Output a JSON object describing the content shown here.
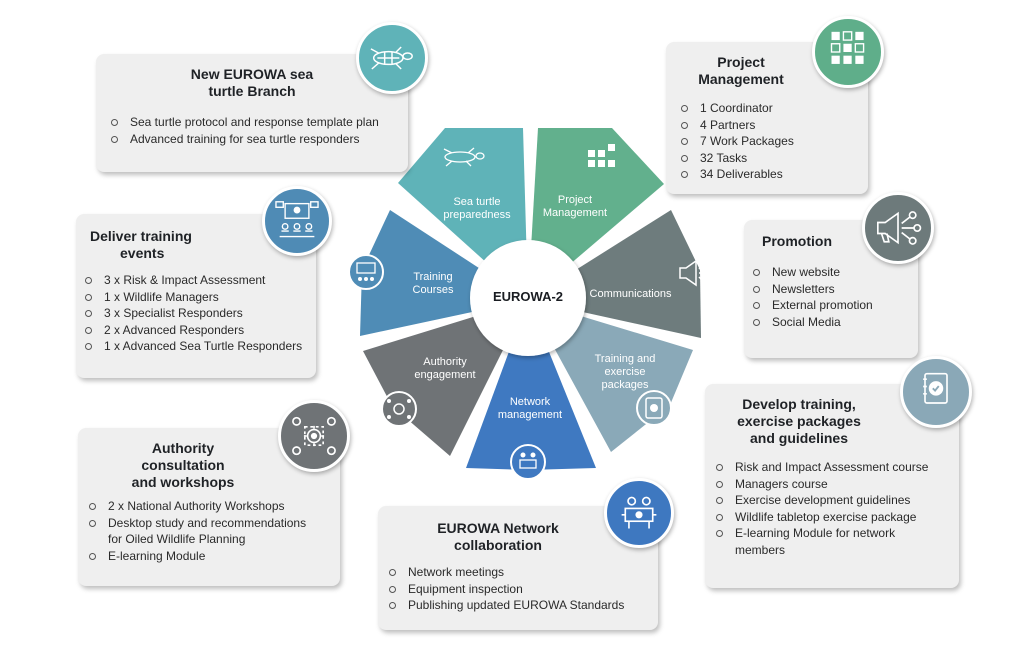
{
  "center": {
    "label": "EUROWA-2"
  },
  "segments": {
    "sea_turtle": "Sea turtle preparedness",
    "project_management": "Project Management",
    "communications": "Communications",
    "training_exercise": "Training and exercise packages",
    "network_management": "Network management",
    "authority_engagement": "Authority engagement",
    "training_courses": "Training Courses"
  },
  "cards": {
    "sea_turtle": {
      "title_l1": "New EUROWA sea",
      "title_l2": "turtle Branch",
      "items": [
        "Sea turtle protocol and response template plan",
        "Advanced training for sea turtle responders"
      ]
    },
    "project_management": {
      "title_l1": "Project",
      "title_l2": "Management",
      "items": [
        "1 Coordinator",
        "4 Partners",
        "7 Work Packages",
        "32 Tasks",
        "34 Deliverables"
      ]
    },
    "training_events": {
      "title_l1": "Deliver training",
      "title_l2": "events",
      "items": [
        "3 x Risk & Impact Assessment",
        "1 x Wildlife Managers",
        "3 x Specialist Responders",
        "2 x Advanced Responders",
        "1 x Advanced Sea Turtle Responders"
      ]
    },
    "promotion": {
      "title": "Promotion",
      "items": [
        "New website",
        "Newsletters",
        "External promotion",
        "Social Media"
      ]
    },
    "develop_training": {
      "title_l1": "Develop training,",
      "title_l2": "exercise packages",
      "title_l3": "and guidelines",
      "items": [
        "Risk and Impact Assessment course",
        "Managers course",
        "Exercise development guidelines",
        "Wildlife tabletop exercise package"
      ],
      "item5_l1": "E-learning Module for network",
      "item5_l2": "members"
    },
    "authority": {
      "title_l1": "Authority",
      "title_l2": "consultation",
      "title_l3": "and workshops",
      "item1": "2 x National Authority Workshops",
      "item2_l1": "Desktop study and recommendations",
      "item2_l2": "for Oiled Wildlife Planning",
      "item3": "E-learning Module"
    },
    "network": {
      "title_l1": "EUROWA Network",
      "title_l2": "collaboration",
      "items": [
        "Network meetings",
        "Equipment inspection",
        "Publishing updated EUROWA Standards"
      ]
    }
  },
  "colors": {
    "teal": "#5fb3b8",
    "green": "#5fae8a",
    "gray_dark": "#6d7a7b",
    "blue_gray": "#8aa8b7",
    "blue": "#3e78c0",
    "gray": "#6f7376",
    "steel_blue": "#4f8bb5"
  },
  "icons": {
    "sea_turtle": "turtle-icon",
    "project_management": "project-grid-icon",
    "promotion": "megaphone-icon",
    "training_events": "classroom-icon",
    "develop_training": "checklist-notebook-icon",
    "authority": "meeting-gear-icon",
    "network": "network-meeting-icon"
  }
}
